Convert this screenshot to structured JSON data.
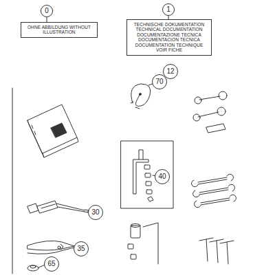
{
  "diagram": {
    "nodes": [
      {
        "text": [
          "0"
        ]
      },
      {
        "text": [
          "OHNE ABBILDUNG WITHOUT ILLUSTRATION"
        ]
      },
      {
        "text": [
          "1"
        ]
      },
      {
        "text": [
          "TECHNISCHE DOKUMENTATION TECHNICAL DOCUMENTATION DOCUMENTAZIONE TECNICA DOCUMENTACION TECNICA DOCUMENTATION TECHNIQUE VOIR FICHE"
        ]
      },
      {
        "text": [
          "12"
        ]
      },
      {
        "text": [
          "70"
        ]
      },
      {
        "text": [
          "40"
        ]
      },
      {
        "text": [
          "30"
        ]
      },
      {
        "text": [
          "35"
        ]
      },
      {
        "text": [
          "65"
        ]
      }
    ],
    "edges": [
      {
        "from": 0,
        "to": 1,
        "arrow": "none"
      },
      {
        "from": 2,
        "to": 3,
        "arrow": "none"
      }
    ]
  }
}
